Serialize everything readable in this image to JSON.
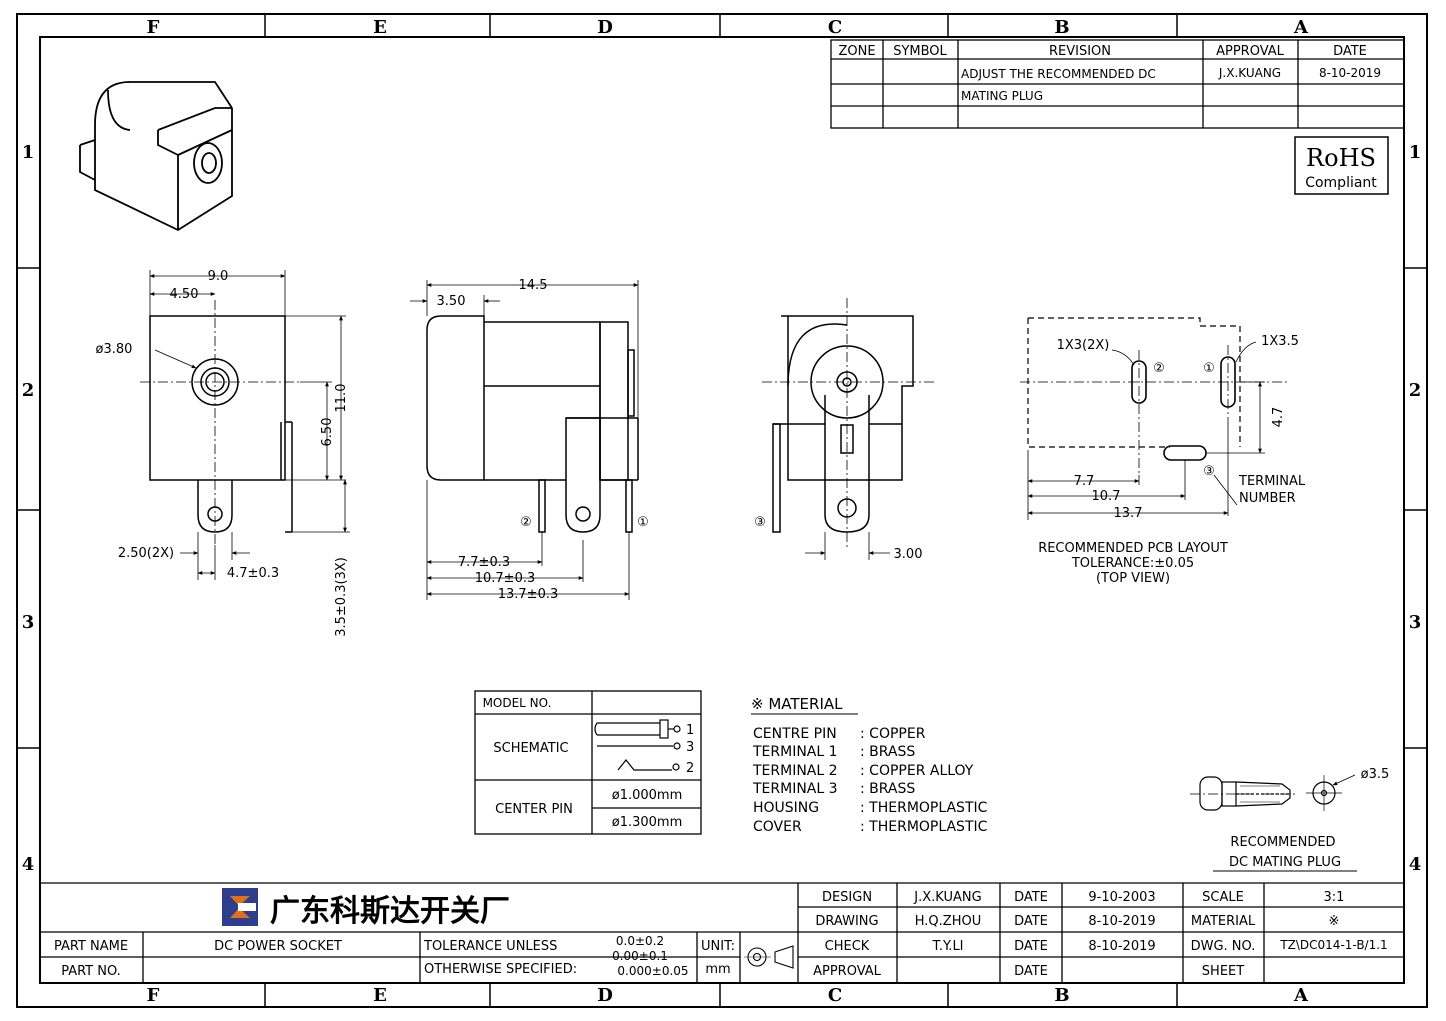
{
  "zones": {
    "columns": [
      "F",
      "E",
      "D",
      "C",
      "B",
      "A"
    ],
    "rows": [
      "1",
      "2",
      "3",
      "4"
    ]
  },
  "revision_table": {
    "headers": [
      "ZONE",
      "SYMBOL",
      "REVISION",
      "APPROVAL",
      "DATE"
    ],
    "row1": {
      "revision": "ADJUST THE RECOMMENDED DC",
      "approval": "J.X.KUANG",
      "date": "8-10-2019"
    },
    "row2": {
      "revision": "MATING PLUG"
    }
  },
  "rohs": {
    "title": "RoHS",
    "subtitle": "Compliant"
  },
  "front_view": {
    "width": "9.0",
    "half_width": "4.50",
    "jack_dia": "ø3.80",
    "height": "11.0",
    "center_height": "6.50",
    "pin_width": "2.50(2X)",
    "pin_spacing": "4.7±0.3",
    "pin_length": "3.5±0.3(3X)"
  },
  "side_view": {
    "length": "14.5",
    "front_depth": "3.50",
    "d1": "7.7±0.3",
    "d2": "10.7±0.3",
    "d3": "13.7±0.3",
    "pin_a": "②",
    "pin_b": "①"
  },
  "rear_view": {
    "pin_c": "③",
    "width": "3.00"
  },
  "pcb_layout": {
    "slot_a": "1X3(2X)",
    "slot_b": "1X3.5",
    "n2": "②",
    "n1": "①",
    "n3": "③",
    "terminal_label_1": "TERMINAL",
    "terminal_label_2": "NUMBER",
    "vertical": "4.7",
    "d1": "7.7",
    "d2": "10.7",
    "d3": "13.7",
    "caption_1": "RECOMMENDED PCB LAYOUT",
    "caption_2": "TOLERANCE:±0.05",
    "caption_3": "(TOP VIEW)"
  },
  "model_table": {
    "model_label": "MODEL NO.",
    "schematic_label": "SCHEMATIC",
    "pin1": "1",
    "pin2": "2",
    "pin3": "3",
    "center_pin_label": "CENTER PIN",
    "center_pin_a": "ø1.000mm",
    "center_pin_b": "ø1.300mm"
  },
  "material": {
    "title": "※ MATERIAL",
    "items": [
      {
        "part": "CENTRE PIN",
        "material": ": COPPER"
      },
      {
        "part": "TERMINAL 1",
        "material": ": BRASS"
      },
      {
        "part": "TERMINAL 2",
        "material": ": COPPER ALLOY"
      },
      {
        "part": "TERMINAL 3",
        "material": ": BRASS"
      },
      {
        "part": "HOUSING",
        "material": ": THERMOPLASTIC"
      },
      {
        "part": "COVER",
        "material": ": THERMOPLASTIC"
      }
    ]
  },
  "mating_plug": {
    "dia": "ø3.5",
    "caption_1": "RECOMMENDED",
    "caption_2": "DC MATING PLUG"
  },
  "title_block": {
    "company": "广东科斯达开关厂",
    "logo_color_dark": "#2c3e8c",
    "logo_color_accent": "#e0701c",
    "part_name_label": "PART NAME",
    "part_name": "DC POWER SOCKET",
    "part_no_label": "PART NO.",
    "tolerance_1": "TOLERANCE UNLESS",
    "tolerance_2": "OTHERWISE SPECIFIED:",
    "tol_a": "0.0±0.2",
    "tol_b": "0.00±0.1",
    "tol_c": "0.000±0.05",
    "unit_label": "UNIT:",
    "unit": "mm",
    "design_label": "DESIGN",
    "design_name": "J.X.KUANG",
    "drawing_label": "DRAWING",
    "drawing_name": "H.Q.ZHOU",
    "check_label": "CHECK",
    "check_name": "T.Y.LI",
    "approval_label": "APPROVAL",
    "date_label": "DATE",
    "design_date": "9-10-2003",
    "drawing_date": "8-10-2019",
    "check_date": "8-10-2019",
    "scale_label": "SCALE",
    "scale": "3:1",
    "material_label": "MATERIAL",
    "material": "※",
    "dwg_label": "DWG. NO.",
    "dwg_no": "TZ\\DC014-1-B/1.1",
    "sheet_label": "SHEET"
  }
}
